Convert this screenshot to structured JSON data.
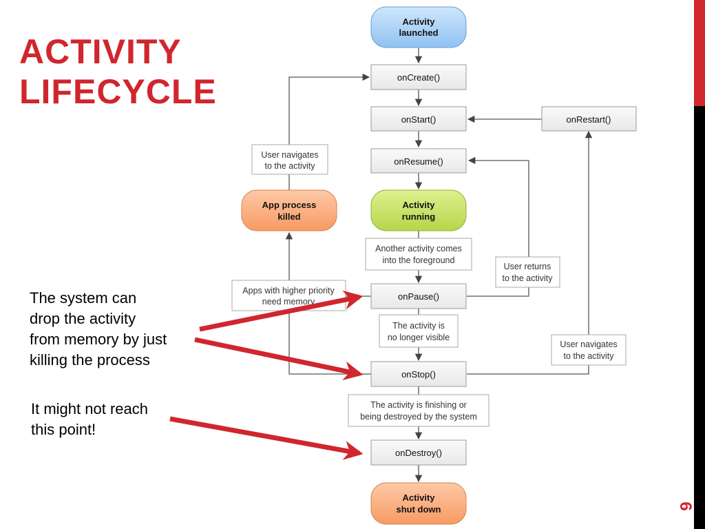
{
  "slide": {
    "title_lines": [
      "ACTIVITY",
      "LIFECYCLE"
    ],
    "page_number": "6",
    "accent_color": "#d0262e"
  },
  "annotations": {
    "drop_lines": [
      "The system can",
      "drop the activity",
      "from memory by just",
      "killing the process"
    ],
    "reach_lines": [
      "It might not reach",
      "this point!"
    ]
  },
  "diagram": {
    "states": {
      "launched": [
        "Activity",
        "launched"
      ],
      "running": [
        "Activity",
        "running"
      ],
      "killed": [
        "App process",
        "killed"
      ],
      "shutdown": [
        "Activity",
        "shut down"
      ]
    },
    "callbacks": {
      "onCreate": "onCreate()",
      "onStart": "onStart()",
      "onResume": "onResume()",
      "onPause": "onPause()",
      "onStop": "onStop()",
      "onDestroy": "onDestroy()",
      "onRestart": "onRestart()"
    },
    "notes": {
      "nav_activity_left": [
        "User navigates",
        "to the activity"
      ],
      "another_activity": [
        "Another activity comes",
        "into the foreground"
      ],
      "higher_priority": [
        "Apps with higher priority",
        "need memory"
      ],
      "user_returns": [
        "User returns",
        "to the activity"
      ],
      "no_longer_visible": [
        "The activity is",
        "no longer visible"
      ],
      "nav_activity_right": [
        "User navigates",
        "to the activity"
      ],
      "finishing": [
        "The activity is finishing or",
        "being destroyed by the system"
      ]
    },
    "colors": {
      "blue_state": "#a9d3f7",
      "green_state": "#c5e06a",
      "orange_state": "#fbb083",
      "callback_box": "#f2f2f2",
      "arrow_red": "#d0262e"
    }
  }
}
